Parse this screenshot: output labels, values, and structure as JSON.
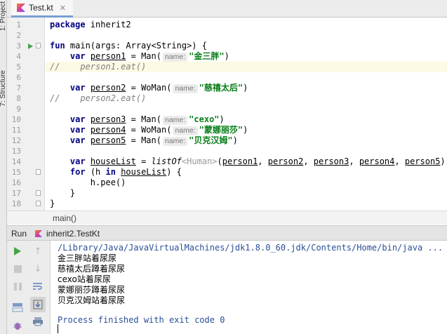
{
  "left_strip": {
    "labels": [
      "1: Project",
      "7: Structure"
    ]
  },
  "tab": {
    "title": "Test.kt",
    "close": "✕"
  },
  "editor": {
    "line_numbers": [
      "1",
      "2",
      "3",
      "4",
      "5",
      "6",
      "7",
      "8",
      "9",
      "10",
      "11",
      "12",
      "13",
      "14",
      "15",
      "16",
      "17",
      "18"
    ],
    "lines": {
      "l1_kw": "package",
      "l1_rest": " inherit2",
      "l3_kw": "fun",
      "l3_rest": " main(args: Array<String>) {",
      "l4_var": "var",
      "l4_name": "person1",
      "l4_mid": " = Man(",
      "l4_hint": "name:",
      "l4_str": "\"金三胖\"",
      "l4_end": ")",
      "l5_comment": "//    person1.eat()",
      "l7_var": "var",
      "l7_name": "person2",
      "l7_mid": " = WoMan(",
      "l7_hint": "name:",
      "l7_str": "\"慈禧太后\"",
      "l7_end": ")",
      "l8_comment": "//    person2.eat()",
      "l10_var": "var",
      "l10_name": "person3",
      "l10_mid": " = Man(",
      "l10_hint": "name:",
      "l10_str": "\"cexo\"",
      "l10_end": ")",
      "l11_var": "var",
      "l11_name": "person4",
      "l11_mid": " = WoMan(",
      "l11_hint": "name:",
      "l11_str": "\"蒙娜丽莎\"",
      "l11_end": ")",
      "l12_var": "var",
      "l12_name": "person5",
      "l12_mid": " = Man(",
      "l12_hint": "name:",
      "l12_str": "\"贝克汉姆\"",
      "l12_end": ")",
      "l14_var": "var",
      "l14_name": "houseList",
      "l14_eq": " = ",
      "l14_fn": "listOf",
      "l14_type": "<Human>",
      "l14_open": "(",
      "l14_a1": "person1",
      "l14_a2": "person2",
      "l14_a3": "person3",
      "l14_a4": "person4",
      "l14_a5": "person5",
      "l14_sep": ", ",
      "l14_close": ")",
      "l15_for": "for",
      "l15_mid1": " (h ",
      "l15_in": "in",
      "l15_sp": " ",
      "l15_list": "houseList",
      "l15_end": ") {",
      "l16": "h.pee()",
      "l17": "}",
      "l18": "}"
    }
  },
  "breadcrumb": {
    "item": "main()"
  },
  "run_panel": {
    "label": "Run",
    "config": "inherit2.TestKt",
    "console_lines": [
      "/Library/Java/JavaVirtualMachines/jdk1.8.0_60.jdk/Contents/Home/bin/java ...",
      "金三胖站着尿尿",
      "慈禧太后蹲着尿尿",
      "cexo站着尿尿",
      "蒙娜丽莎蹲着尿尿",
      "贝克汉姆站着尿尿",
      "",
      "Process finished with exit code 0"
    ]
  },
  "colors": {
    "keyword": "#000080",
    "string": "#067d17",
    "comment": "#808080",
    "run_green": "#44a544",
    "current_line": "#fcfae4"
  }
}
